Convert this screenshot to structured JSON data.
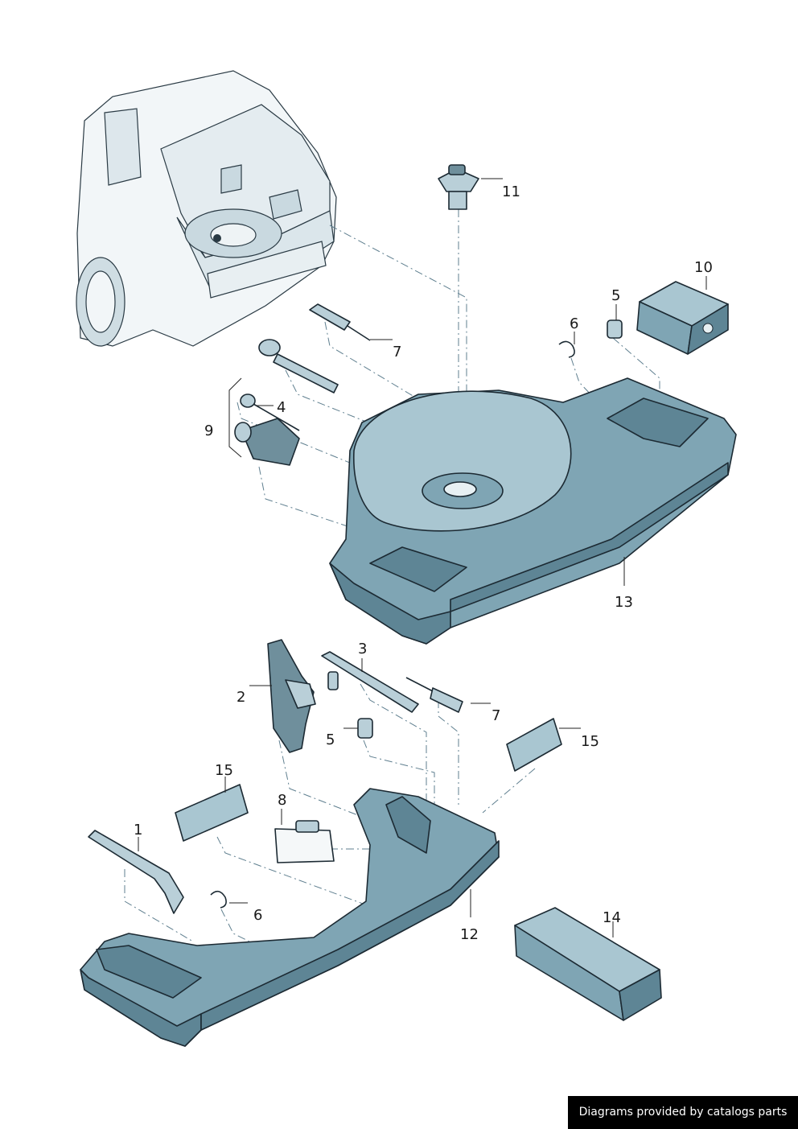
{
  "labels": {
    "p1": "1",
    "p2": "2",
    "p3": "3",
    "p4": "4",
    "p5a": "5",
    "p5b": "5",
    "p6a": "6",
    "p6b": "6",
    "p7a": "7",
    "p7b": "7",
    "p8": "8",
    "p9": "9",
    "p10": "10",
    "p11": "11",
    "p12": "12",
    "p13": "13",
    "p14": "14",
    "p15a": "15",
    "p15b": "15"
  },
  "credit": "Diagrams provided by catalogs parts"
}
